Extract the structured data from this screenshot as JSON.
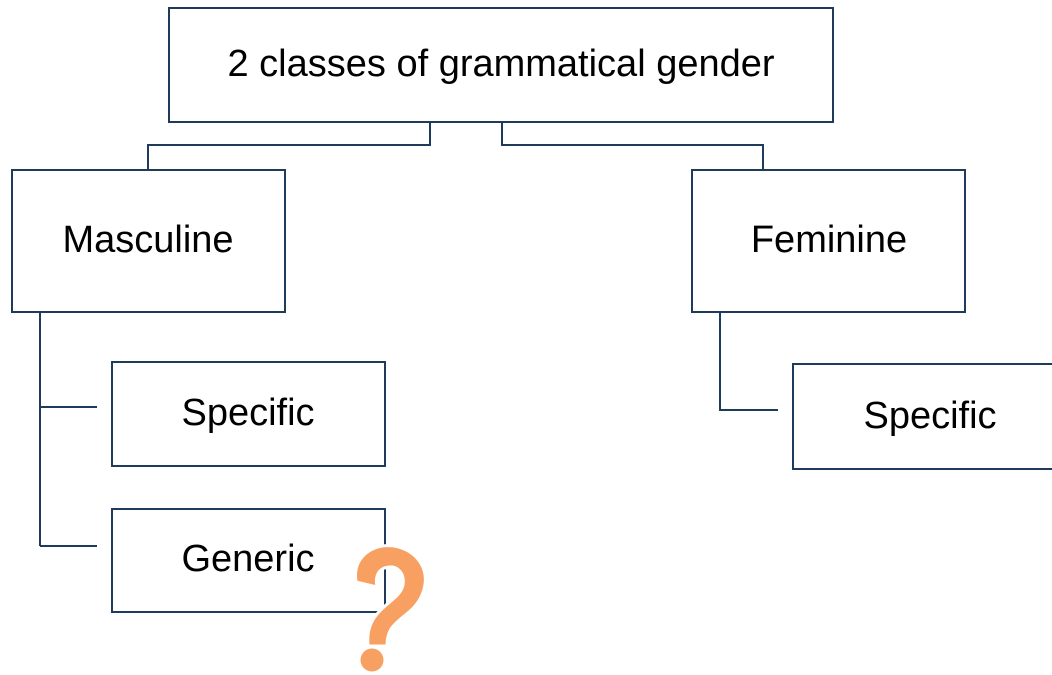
{
  "diagram": {
    "root": {
      "label": "2 classes of grammatical gender"
    },
    "masculine": {
      "label": "Masculine",
      "children": [
        {
          "label": "Specific"
        },
        {
          "label": "Generic"
        }
      ]
    },
    "feminine": {
      "label": "Feminine",
      "children": [
        {
          "label": "Specific"
        }
      ]
    },
    "question_mark": {
      "icon": "question-mark-icon",
      "color": "#f4a261"
    }
  },
  "colors": {
    "border": "#1f3b5c",
    "text": "#000000",
    "question_fill": "#f7a062",
    "question_stroke": "#ffffff"
  }
}
